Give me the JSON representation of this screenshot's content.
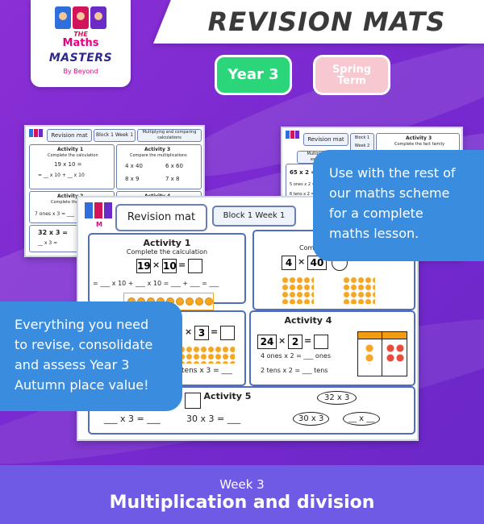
{
  "header": {
    "logo": {
      "the": "THE",
      "maths": "Maths",
      "masters": "MASTERS",
      "by": "By Beyond"
    },
    "title": "REVISION MATS"
  },
  "badges": {
    "year": "Year 3",
    "term_line1": "Spring",
    "term_line2": "Term"
  },
  "callouts": {
    "top": [
      "Use with the rest of",
      "our maths scheme",
      "for a complete",
      "maths lesson."
    ],
    "bottom": [
      "Everything you need",
      "to revise, consolidate",
      "and assess Year 3",
      "Autumn place value!"
    ]
  },
  "mat_main": {
    "label": "Revision mat",
    "block": "Block 1 Week 1",
    "activity1": {
      "title": "Activity 1",
      "subtitle": "Complete the calculation",
      "eq_a": "19",
      "eq_b": "10",
      "line": "= ___ x 10 + ___ x 10 = ___ + ___ = ___"
    },
    "activity2_partial": {
      "title": "Compare",
      "eq_a": "4",
      "eq_b": "40"
    },
    "activity3": {
      "eq": "3",
      "line": "tens x 3 = ___"
    },
    "activity4": {
      "title": "Activity 4",
      "eq_a": "24",
      "eq_b": "2",
      "line1": "4 ones x 2 = ___ ones",
      "line2": "2 tens x 2 = ___ tens"
    },
    "activity5": {
      "title": "Activity 5",
      "line_a": "___ x 3 = ___",
      "line_b": "30 x 3 = ___",
      "bub1": "32 x 3",
      "bub2": "30 x 3",
      "bub3": "__ x __"
    }
  },
  "mat_left": {
    "label": "Revision mat",
    "block": "Block 1 Week 1",
    "extra": "Multiplying and comparing calculations",
    "a1": "Activity 1",
    "a1s": "Complete the calculation",
    "a2": "Activity 2",
    "a2s": "Complete the table",
    "a3": "Activity 3",
    "a3s": "Compare the multiplications",
    "a4": "Activity 4",
    "l1": "19 x 10 =",
    "l2": "= __ x 10 + __ x 10",
    "l3": "7 ones x 3 = ___",
    "l4": "32 x 3 =",
    "l5": "__ x 3 =",
    "c1": "4 x 40",
    "c2": "6 x 60",
    "c3": "8 x 9",
    "c4": "7 x 8"
  },
  "mat_right": {
    "label": "Revision mat",
    "block": "Block 1 Week 2",
    "a3": "Activity 3",
    "a3s": "Complete the fact family",
    "extra": "Multiplying & exchange",
    "l1": "65 x 2 =",
    "l2": "5 ones x 2 =",
    "l3": "6 tens x 2 ="
  },
  "footer": {
    "week": "Week 3",
    "topic": "Multiplication and division"
  },
  "colors": {
    "background": "#7a2ad0",
    "callout": "#3a8dde",
    "footer": "#6f5ae6",
    "year": "#2bd67b",
    "term": "#f7c8d0"
  }
}
